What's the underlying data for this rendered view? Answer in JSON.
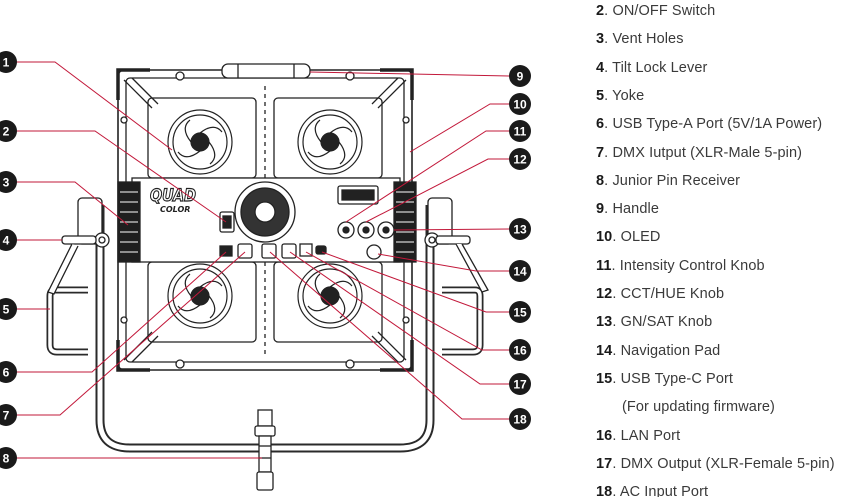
{
  "legend": [
    {
      "num": "2",
      "label": "ON/OFF Switch"
    },
    {
      "num": "3",
      "label": "Vent Holes"
    },
    {
      "num": "4",
      "label": "Tilt Lock Lever"
    },
    {
      "num": "5",
      "label": "Yoke"
    },
    {
      "num": "6",
      "label": "USB Type-A Port (5V/1A Power)"
    },
    {
      "num": "7",
      "label": "DMX Iutput (XLR-Male 5-pin)"
    },
    {
      "num": "8",
      "label": "Junior Pin Receiver"
    },
    {
      "num": "9",
      "label": "Handle"
    },
    {
      "num": "10",
      "label": "OLED"
    },
    {
      "num": "11",
      "label": "Intensity Control Knob"
    },
    {
      "num": "12",
      "label": "CCT/HUE Knob"
    },
    {
      "num": "13",
      "label": "GN/SAT Knob"
    },
    {
      "num": "14",
      "label": "Navigation Pad"
    },
    {
      "num": "15",
      "label": "USB Type-C Port",
      "continuation": "(For updating firmware)"
    },
    {
      "num": "16",
      "label": "LAN Port"
    },
    {
      "num": "17",
      "label": "DMX Output (XLR-Female 5-pin)"
    },
    {
      "num": "18",
      "label": "AC Input Port"
    }
  ],
  "legend_separator": ". ",
  "callouts": [
    "1",
    "2",
    "3",
    "4",
    "5",
    "6",
    "7",
    "8",
    "9",
    "10",
    "11",
    "12",
    "13",
    "14",
    "15",
    "16",
    "17",
    "18"
  ],
  "device": {
    "logo_line1": "QUAD",
    "logo_line2": "COLOR"
  },
  "colors": {
    "callout": "#1a1a1a",
    "leader": "#c2183a",
    "line_art": "#222222"
  }
}
